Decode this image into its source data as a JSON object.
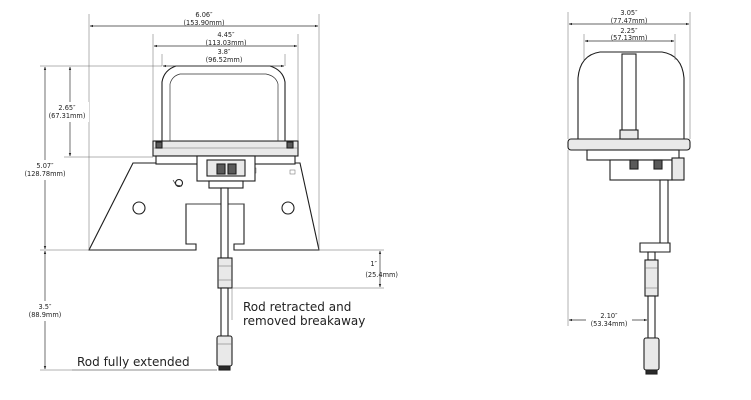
{
  "front_view": {
    "overall_width": {
      "imperial": "6.06″",
      "metric": "(153.90mm)"
    },
    "base_width": {
      "imperial": "4.45″",
      "metric": "(113.03mm)"
    },
    "housing_width": {
      "imperial": "3.8″",
      "metric": "(96.52mm)"
    },
    "housing_height": {
      "imperial": "2.65″",
      "metric": "(67.31mm)"
    },
    "total_height": {
      "imperial": "5.07″",
      "metric": "(128.78mm)"
    },
    "retraction": {
      "imperial": "1″",
      "metric": "(25.4mm)"
    },
    "rod_extension": {
      "imperial": "3.5″",
      "metric": "(88.9mm)"
    },
    "caption_retracted_line1": "Rod retracted and",
    "caption_retracted_line2": "removed breakaway",
    "caption_extended": "Rod fully extended"
  },
  "side_view": {
    "overall_width": {
      "imperial": "3.05″",
      "metric": "(77.47mm)"
    },
    "housing_width": {
      "imperial": "2.25″",
      "metric": "(57.13mm)"
    },
    "rod_offset": {
      "imperial": "2.10″",
      "metric": "(53.34mm)"
    }
  }
}
